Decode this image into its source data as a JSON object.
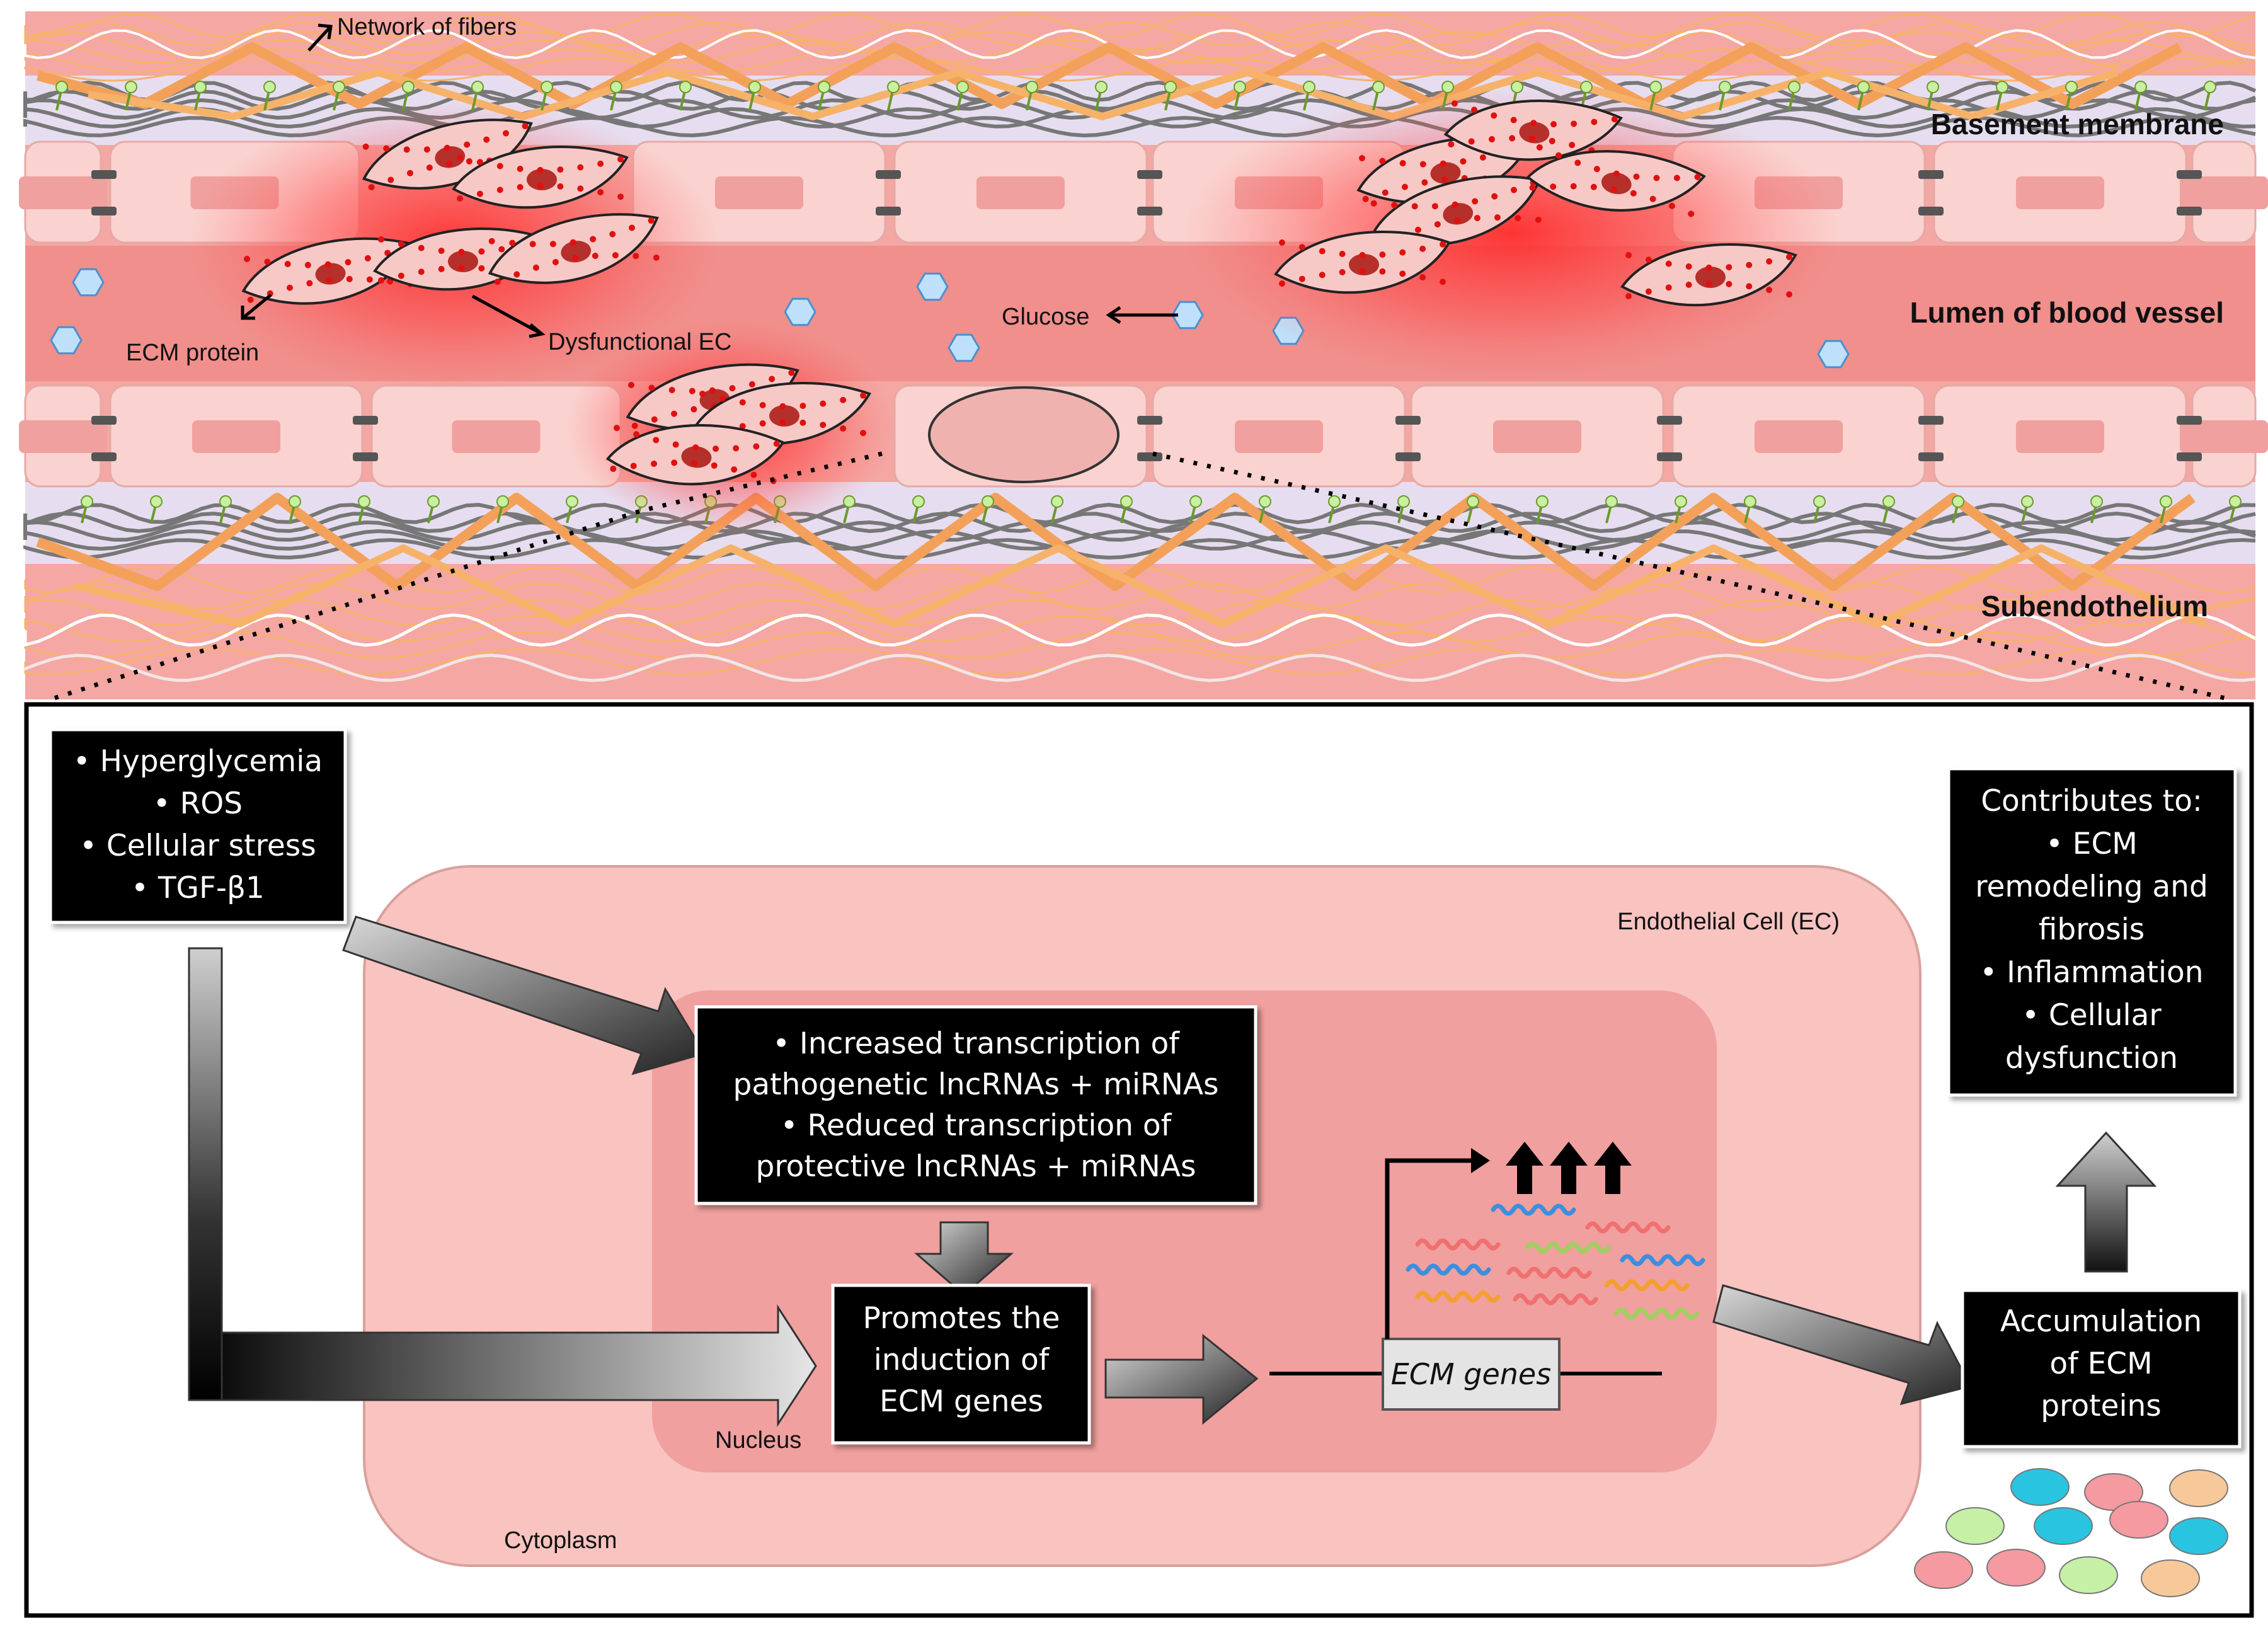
{
  "vessel": {
    "labels": {
      "network_of_fibers": "Network of fibers",
      "basement_membrane": "Basement membrane",
      "lumen": "Lumen of blood vessel",
      "subendothelium": "Subendothelium",
      "ecm_protein": "ECM protein",
      "dysfunctional_ec": "Dysfunctional EC",
      "glucose": "Glucose"
    }
  },
  "mechanism": {
    "stimuli": [
      "• Hyperglycemia",
      "• ROS",
      "• Cellular stress",
      "• TGF-β1"
    ],
    "transcription": [
      "• Increased transcription of",
      "pathogenetic lncRNAs + miRNAs",
      "• Reduced transcription of",
      "protective lncRNAs + miRNAs"
    ],
    "promotes": [
      "Promotes the",
      "induction of",
      "ECM genes"
    ],
    "ecm_genes": "ECM genes",
    "accumulation": [
      "Accumulation",
      "of ECM",
      "proteins"
    ],
    "contributes": [
      "Contributes to:",
      "• ECM",
      "remodeling and",
      "fibrosis",
      "• Inflammation",
      "• Cellular",
      "dysfunction"
    ],
    "labels": {
      "endothelial_cell": "Endothelial Cell (EC)",
      "nucleus": "Nucleus",
      "cytoplasm": "Cytoplasm"
    }
  },
  "colors": {
    "vessel_wall": "#f4a7a3",
    "cell_fill": "#fad2cf",
    "box_fill": "#000000",
    "fiber_orange": "#f7a95a",
    "fiber_gray": "#777777",
    "glucose_blue": "#9fd0f5"
  }
}
